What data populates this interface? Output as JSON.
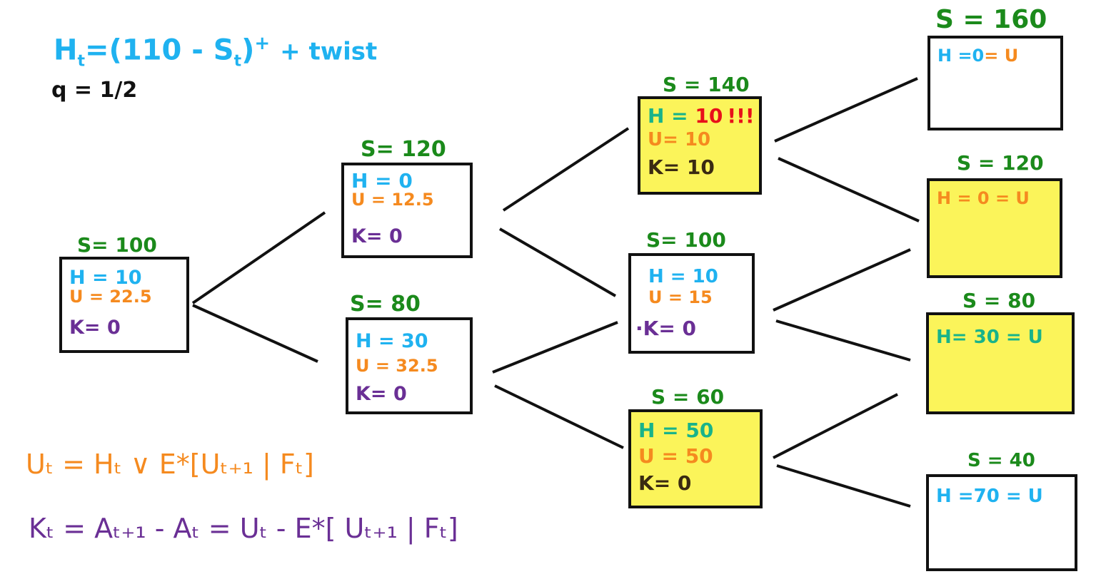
{
  "header": {
    "payoff": "H",
    "payoff_sub": "t",
    "payoff_rest": "=(110 - S",
    "payoff_s_sub": "t",
    "payoff_end": ")",
    "payoff_plus": "+",
    "payoff_tail": "+ twist",
    "q_line": "q = 1/2"
  },
  "formulas": {
    "u_formula": "Uₜ = Hₜ ∨ E*[Uₜ₊₁ | Fₜ]",
    "k_formula": "Kₜ = Aₜ₊₁ - Aₜ = Uₜ - E*[ Uₜ₊₁ | Fₜ]"
  },
  "nodes": {
    "n0": {
      "s": "S= 100",
      "h": "H = 10",
      "u": "U = 22.5",
      "k": "K=  0"
    },
    "n1u": {
      "s": "S= 120",
      "h": "H = 0",
      "u": "U = 12.5",
      "k": "K=  0"
    },
    "n1d": {
      "s": "S=  80",
      "h": "H = 30",
      "u": "U = 32.5",
      "k": "K= 0"
    },
    "n2u": {
      "s": "S = 140",
      "h": "H = ",
      "h_val": "10",
      "h_excl": "!!!",
      "u": "U=  10",
      "k": "K= 10"
    },
    "n2m": {
      "s": "S=  100",
      "h": "H = 10",
      "u": "U = 15",
      "k": "·K=  0"
    },
    "n2d": {
      "s": "S = 60",
      "h": "H = 50",
      "u": "U = 50",
      "k": "K= 0"
    },
    "n3a": {
      "s": "S = 160",
      "h": "H =0",
      "eq_u": "= U"
    },
    "n3b": {
      "s": "S = 120",
      "h": "H = 0 = U"
    },
    "n3c": {
      "s": "S = 80",
      "h": "H= 30 = U"
    },
    "n3d": {
      "s": "S = 40",
      "h": "H =70 = U"
    }
  },
  "colors": {
    "H": "#1fb2f0",
    "U": "#f58a1f",
    "K": "#6a2f95",
    "S": "#1b8a1b",
    "highlight": "#fbf45a",
    "red": "#e8101a"
  }
}
